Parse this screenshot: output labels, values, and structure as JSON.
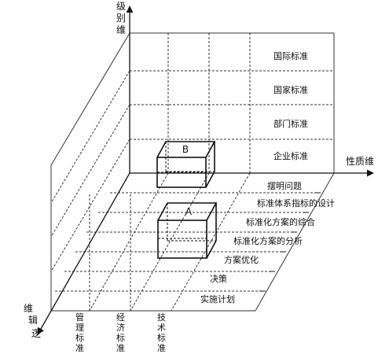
{
  "axes": {
    "vertical": "级别维",
    "horizontal": "性质维",
    "depth": "维辑逻"
  },
  "level_labels": [
    "国际标准",
    "国家标准",
    "部门标准",
    "企业标准"
  ],
  "logic_labels": [
    "摆明问题",
    "标准体系指标的设计",
    "标准化方案的综合",
    "标准化方案的分析",
    "方案优化",
    "决策",
    "实施计划"
  ],
  "nature_labels": [
    "管理标准",
    "经济标准",
    "技术标准"
  ],
  "boxes": {
    "a": "A",
    "b": "B"
  }
}
